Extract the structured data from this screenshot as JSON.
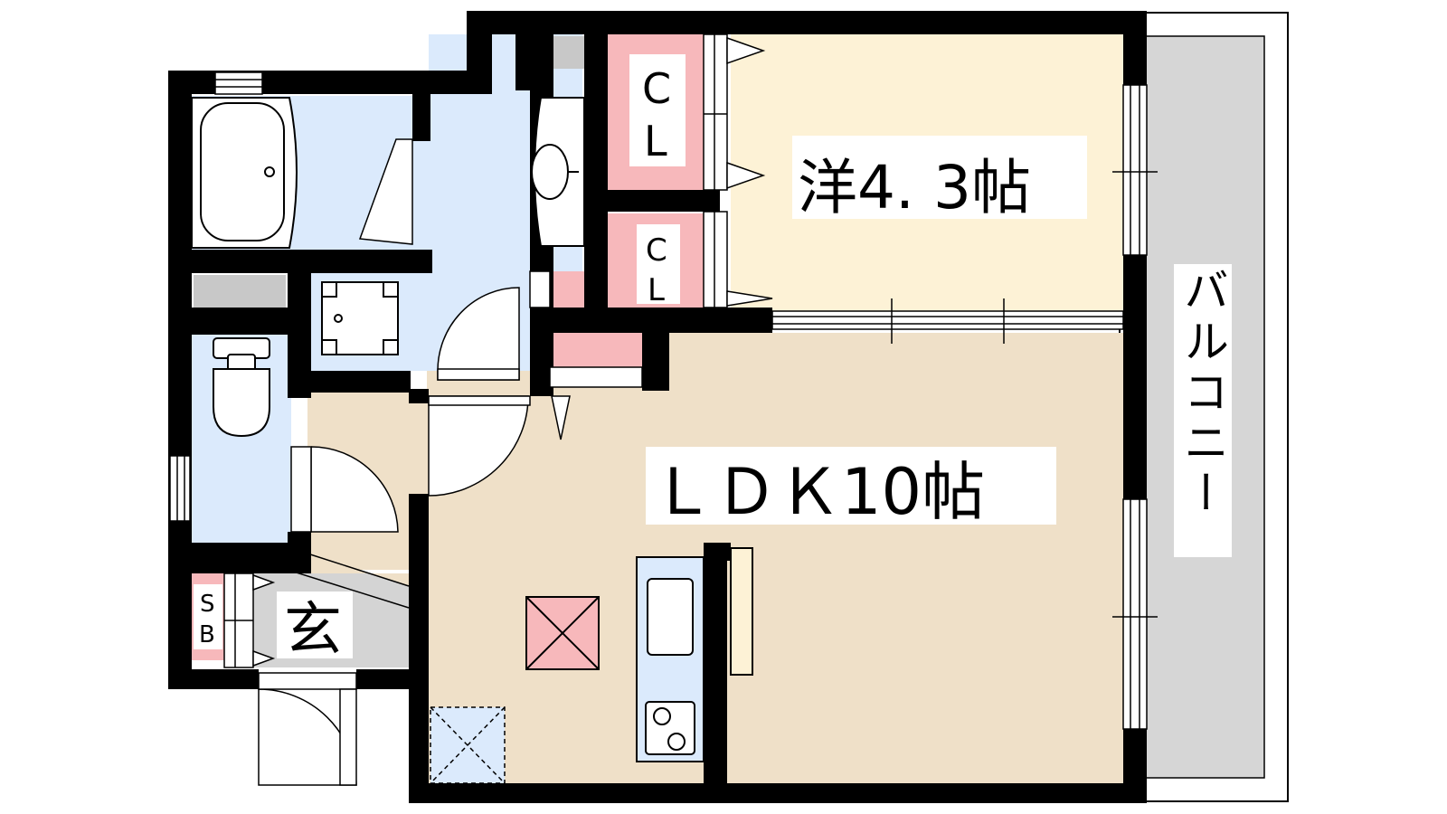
{
  "labels": {
    "western_room": "洋4. 3帖",
    "ldk": "ＬＤＫ10帖",
    "balcony": "バルコニー",
    "closet_upper_top": "C",
    "closet_upper_bottom": "L",
    "closet_lower_top": "C",
    "closet_lower_bottom": "L",
    "shoe_box_top": "S",
    "shoe_box_bottom": "B",
    "entrance": "玄"
  },
  "colors": {
    "wall": "#000000",
    "wet_area": "#dbeafc",
    "western_floor": "#fdf2d6",
    "ldk_floor": "#efe0c8",
    "entrance_floor": "#d4d4d4",
    "closet": "#f7b8bb",
    "balcony": "#d6d6d6",
    "storage_grey": "#c8c8c8"
  }
}
